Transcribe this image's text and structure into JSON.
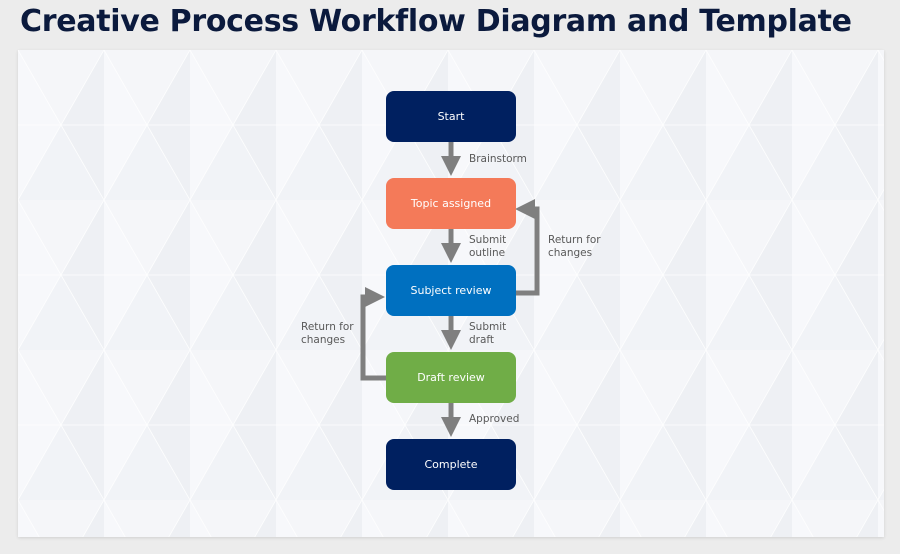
{
  "page": {
    "title": "Creative Process Workflow Diagram and Template"
  },
  "diagram": {
    "colors": {
      "start": "#002060",
      "topic": "#f47a59",
      "subject": "#0070c0",
      "draft": "#70ad47",
      "complete": "#002060",
      "connector": "#7f7f7f"
    },
    "nodes": [
      {
        "id": "start",
        "label": "Start"
      },
      {
        "id": "topic",
        "label": "Topic assigned"
      },
      {
        "id": "subject",
        "label": "Subject review"
      },
      {
        "id": "draft",
        "label": "Draft review"
      },
      {
        "id": "complete",
        "label": "Complete"
      }
    ],
    "edges": [
      {
        "from": "start",
        "to": "topic",
        "label": "Brainstorm"
      },
      {
        "from": "topic",
        "to": "subject",
        "label": "Submit\noutline"
      },
      {
        "from": "subject",
        "to": "draft",
        "label": "Submit\ndraft"
      },
      {
        "from": "draft",
        "to": "complete",
        "label": "Approved"
      },
      {
        "from": "subject",
        "to": "topic",
        "label": "Return for\nchanges"
      },
      {
        "from": "draft",
        "to": "subject",
        "label": "Return for\nchanges"
      }
    ]
  }
}
